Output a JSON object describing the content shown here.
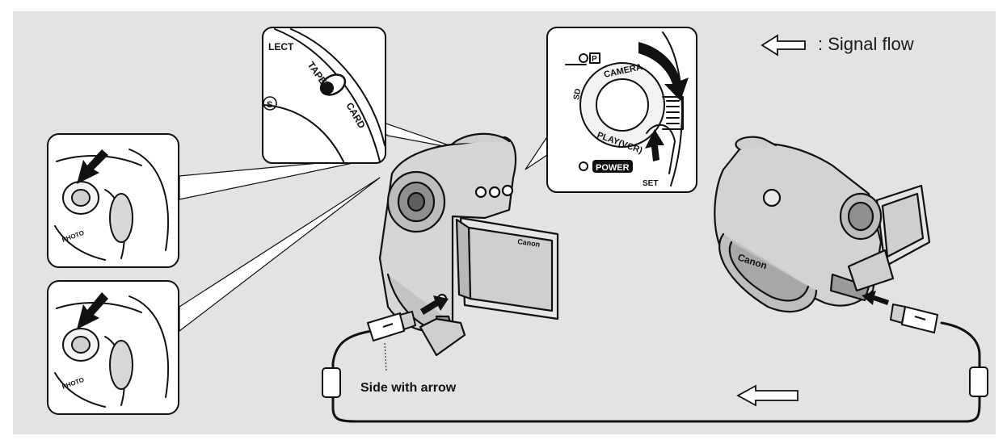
{
  "legend": {
    "label": ": Signal flow",
    "icon": "hollow-arrow-left-icon"
  },
  "cable": {
    "label": "Side with arrow"
  },
  "mode_switch_callout": {
    "select_text": "LECT",
    "tape_text": "TAPE",
    "card_text": "CARD",
    "s_text": "S"
  },
  "dial_callout": {
    "p_text": "P",
    "camera_text": "CAMERA",
    "play_text": "PLAY(VCR)",
    "power_text": "POWER",
    "set_text": "SET",
    "sd_text": "SD"
  },
  "photo_callouts": [
    {
      "label": "PHOTO"
    },
    {
      "label": "PHOTO"
    }
  ],
  "camcorders": {
    "left_brand": "Canon",
    "right_brand": "Canon"
  },
  "colors": {
    "background": "#e3e3e3",
    "frame": "#ffffff",
    "ink": "#111111",
    "panel": "#ffffff"
  }
}
